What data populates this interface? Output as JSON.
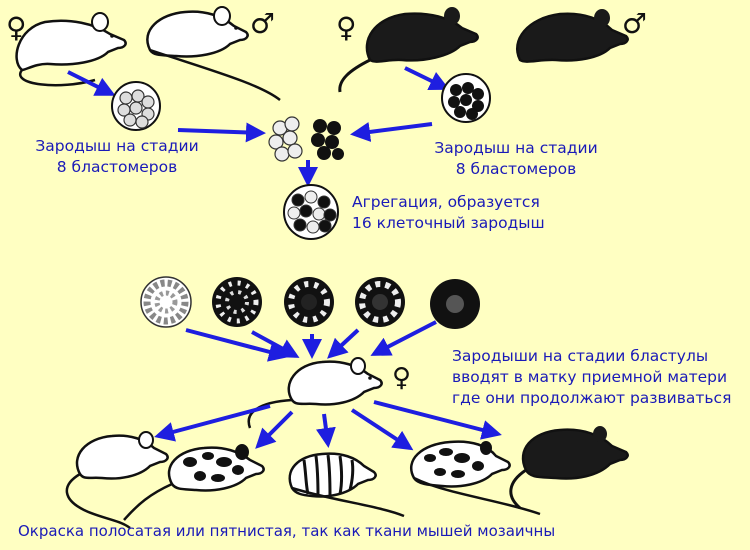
{
  "parents": {
    "white_female_symbol": "♀",
    "white_male_symbol": "♂",
    "black_female_symbol": "♀",
    "black_male_symbol": "♂"
  },
  "labels": {
    "embryo_left_line1": "Зародыш на стадии",
    "embryo_left_line2": "8 бластомеров",
    "embryo_right_line1": "Зародыш на стадии",
    "embryo_right_line2": "8 бластомеров",
    "aggregation_line1": "Агрегация, образуется",
    "aggregation_line2": "16 клеточный зародыш",
    "blastula_line1": "Зародыши на стадии бластулы",
    "blastula_line2": "вводят в матку приемной матери",
    "blastula_line3": "где они продолжают развиваться",
    "foster_female_symbol": "♀",
    "bottom_caption": "Окраска полосатая или пятнистая, так как ткани мышей мозаичны"
  },
  "colors": {
    "background": "#FFFFC2",
    "text": "#1A1AB8",
    "arrow": "#1E1EE0",
    "ink": "#151515"
  }
}
